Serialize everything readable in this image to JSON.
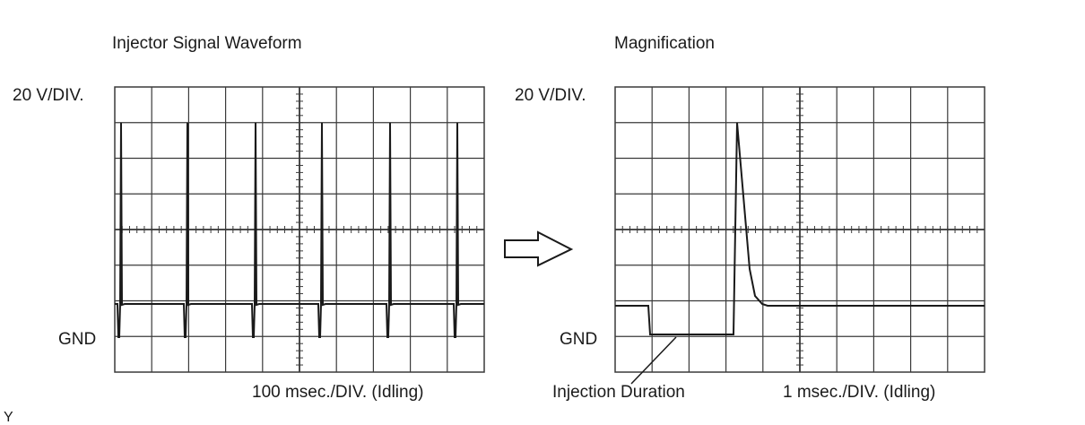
{
  "left_panel": {
    "title": "Injector Signal Waveform",
    "volts_label": "20 V/DIV.",
    "gnd_label": "GND",
    "time_label": "100 msec./DIV. (Idling)"
  },
  "right_panel": {
    "title": "Magnification",
    "volts_label": "20 V/DIV.",
    "gnd_label": "GND",
    "time_label": "1 msec./DIV. (Idling)",
    "callout_label": "Injection Duration"
  },
  "corner_mark": "Y",
  "icons": {
    "arrow": "right-arrow-icon"
  },
  "colors": {
    "ink": "#1a1a1a",
    "grid": "#3a3a3a",
    "background": "#ffffff"
  }
}
